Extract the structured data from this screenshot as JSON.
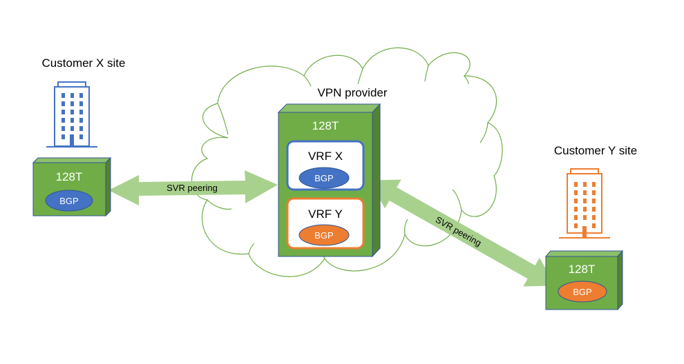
{
  "colors": {
    "box_green": "#70ad47",
    "box_top": "#8cc06a",
    "box_side": "#548235",
    "box_border": "#2f5597",
    "arrow": "#a9d18e",
    "cloud": "#70ad47",
    "blue": "#4472c4",
    "orange": "#ed7d31",
    "text_dark": "#000000",
    "text_light": "#ffffff"
  },
  "cloud": {
    "label": "VPN provider"
  },
  "customer_x": {
    "label": "Customer X site",
    "building_icon": "building-icon",
    "router": {
      "label": "128T",
      "protocol": "BGP"
    }
  },
  "customer_y": {
    "label": "Customer Y site",
    "building_icon": "building-icon",
    "router": {
      "label": "128T",
      "protocol": "BGP"
    }
  },
  "provider_router": {
    "label": "128T",
    "vrfs": [
      {
        "name": "VRF X",
        "protocol": "BGP"
      },
      {
        "name": "VRF Y",
        "protocol": "BGP"
      }
    ]
  },
  "links": [
    {
      "label": "SVR peering",
      "from": "customer_x",
      "to": "provider_router"
    },
    {
      "label": "SVR peering",
      "from": "provider_router",
      "to": "customer_y"
    }
  ]
}
